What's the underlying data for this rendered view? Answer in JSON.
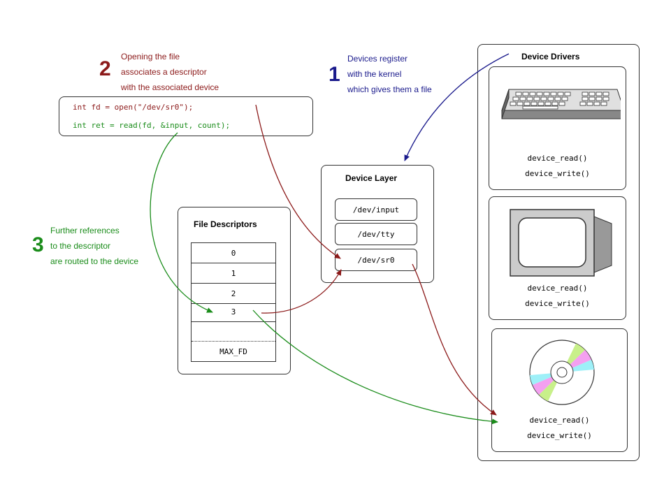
{
  "step1": {
    "num": "1",
    "lines": [
      "Devices register",
      "with the kernel",
      "which gives them a file"
    ],
    "color": "#1a1a8c"
  },
  "step2": {
    "num": "2",
    "lines": [
      "Opening the file",
      "associates a descriptor",
      "with the associated device"
    ],
    "color": "#8c1a1a"
  },
  "step3": {
    "num": "3",
    "lines": [
      "Further references",
      "to the descriptor",
      "are routed to the device"
    ],
    "color": "#1a8c1a"
  },
  "code": {
    "line1": "int fd = open(\"/dev/sr0\");",
    "line2": "int ret = read(fd, &input, count);"
  },
  "file_descriptors": {
    "title": "File Descriptors",
    "cells": [
      "0",
      "1",
      "2",
      "3",
      "MAX_FD"
    ]
  },
  "device_layer": {
    "title": "Device Layer",
    "items": [
      "/dev/input",
      "/dev/tty",
      "/dev/sr0"
    ]
  },
  "device_drivers": {
    "title": "Device Drivers",
    "drivers": [
      {
        "icon": "keyboard-icon",
        "read": "device_read()",
        "write": "device_write()"
      },
      {
        "icon": "monitor-icon",
        "read": "device_read()",
        "write": "device_write()"
      },
      {
        "icon": "cd-icon",
        "read": "device_read()",
        "write": "device_write()"
      }
    ]
  }
}
